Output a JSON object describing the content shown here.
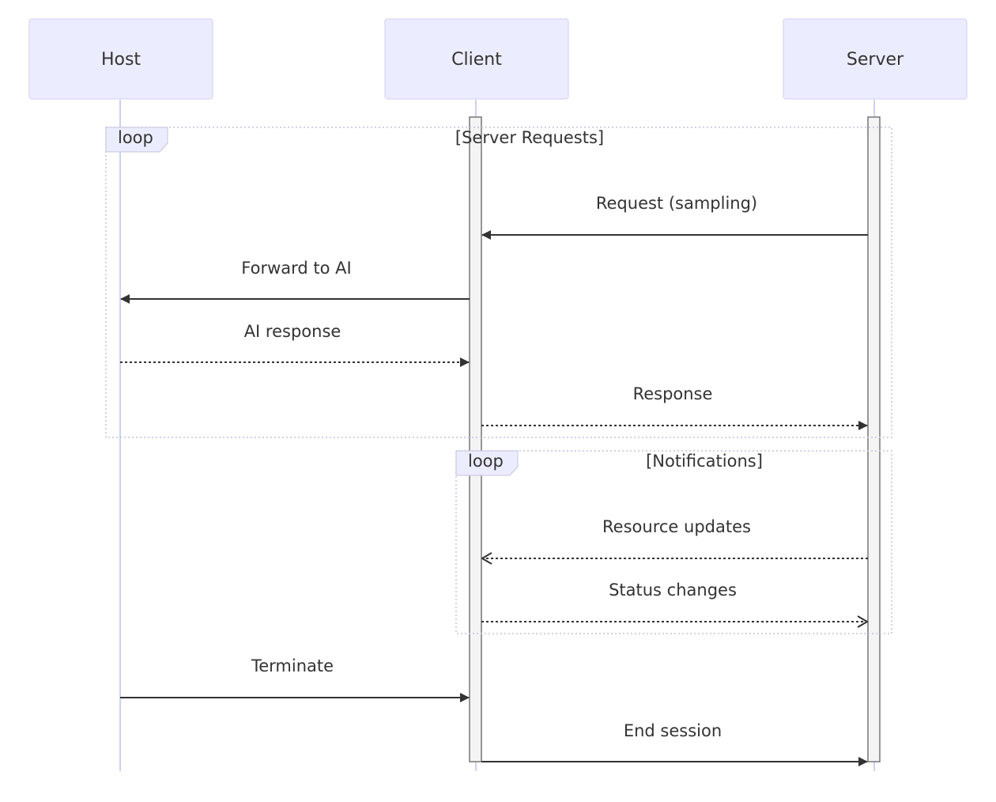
{
  "participants": [
    {
      "id": "host",
      "label": "Host"
    },
    {
      "id": "client",
      "label": "Client"
    },
    {
      "id": "server",
      "label": "Server"
    }
  ],
  "loops": [
    {
      "tag": "loop",
      "condition": "[Server Requests]"
    },
    {
      "tag": "loop",
      "condition": "[Notifications]"
    }
  ],
  "messages": [
    {
      "from": "server",
      "to": "client",
      "label": "Request (sampling)",
      "style": "solid",
      "arrow": "filled"
    },
    {
      "from": "client",
      "to": "host",
      "label": "Forward to AI",
      "style": "solid",
      "arrow": "filled"
    },
    {
      "from": "host",
      "to": "client",
      "label": "AI response",
      "style": "dotted",
      "arrow": "filled"
    },
    {
      "from": "client",
      "to": "server",
      "label": "Response",
      "style": "dotted",
      "arrow": "filled"
    },
    {
      "from": "server",
      "to": "client",
      "label": "Resource updates",
      "style": "dotted",
      "arrow": "open"
    },
    {
      "from": "client",
      "to": "server",
      "label": "Status changes",
      "style": "dotted",
      "arrow": "open"
    },
    {
      "from": "host",
      "to": "client",
      "label": "Terminate",
      "style": "solid",
      "arrow": "filled"
    },
    {
      "from": "client",
      "to": "server",
      "label": "End session",
      "style": "solid",
      "arrow": "filled"
    }
  ]
}
